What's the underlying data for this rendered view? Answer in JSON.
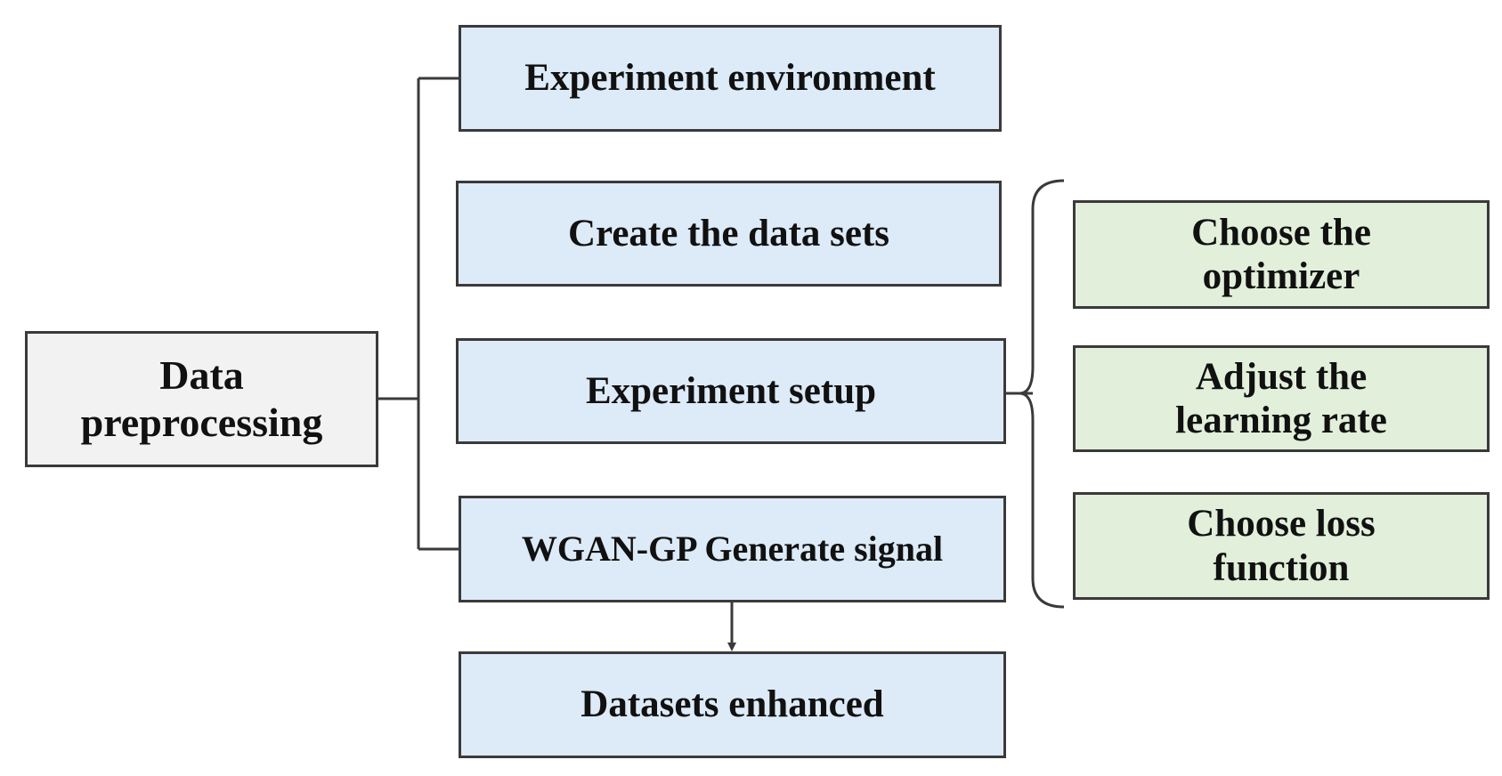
{
  "colors": {
    "blue_box": "#ddeaf7",
    "green_box": "#e2efda",
    "gray_box": "#f2f2f2",
    "line": "#3a3a3a"
  },
  "root": {
    "label": "Data\npreprocessing"
  },
  "steps": [
    {
      "label": "Experiment environment"
    },
    {
      "label": "Create the data sets"
    },
    {
      "label": "Experiment setup"
    },
    {
      "label": "WGAN-GP Generate signal"
    },
    {
      "label": "Datasets enhanced"
    }
  ],
  "setup_details": [
    {
      "label": "Choose the\noptimizer"
    },
    {
      "label": "Adjust the\nlearning rate"
    },
    {
      "label": "Choose loss\nfunction"
    }
  ]
}
